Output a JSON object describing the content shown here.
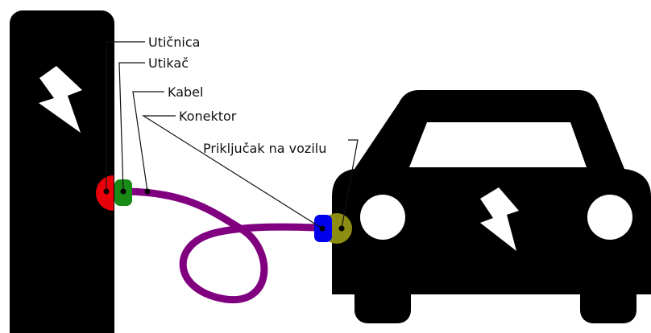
{
  "labels": {
    "outlet": "Utičnica",
    "plug": "Utikač",
    "cable": "Kabel",
    "connector": "Konektor",
    "vehicle_inlet": "Priključak na vozilu"
  },
  "colors": {
    "station": "#000000",
    "car": "#000000",
    "outlet": "#e8000b",
    "plug": "#1a8a17",
    "cable": "#800080",
    "connector": "#0000ee",
    "vehicle_inlet": "#8d8c13",
    "bolt": "#ffffff"
  },
  "icons": {
    "station_bolt": "lightning-bolt-icon",
    "car_bolt": "lightning-bolt-icon"
  }
}
